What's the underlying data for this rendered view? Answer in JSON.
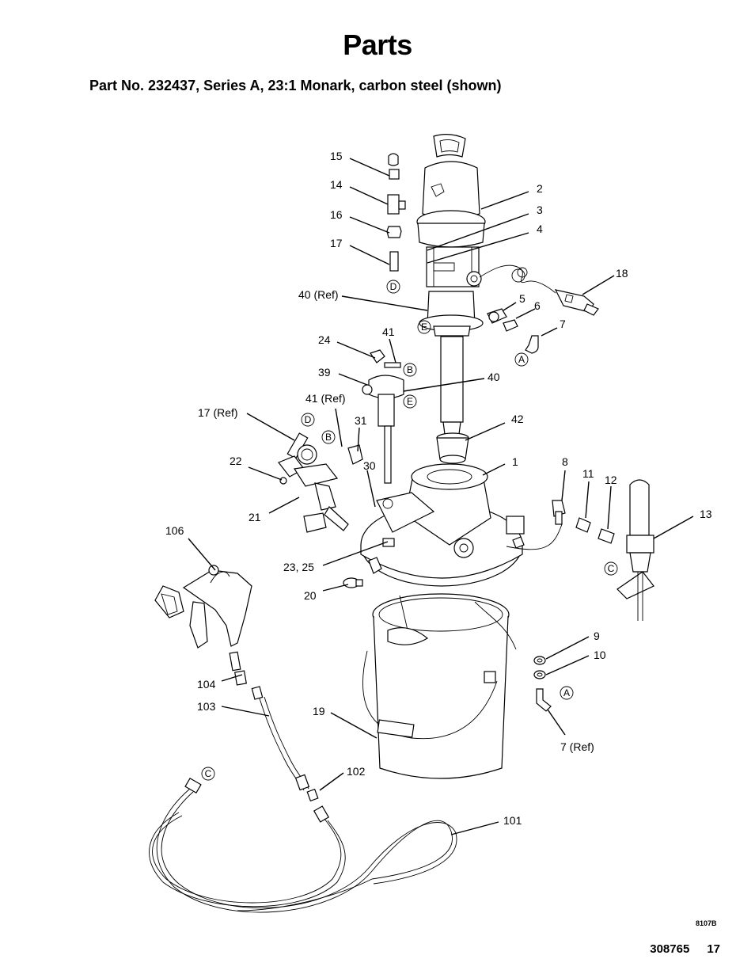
{
  "page": {
    "title": "Parts",
    "subtitle": "Part No. 232437, Series A, 23:1 Monark, carbon steel (shown)",
    "figure_code": "8107B",
    "doc_number": "308765",
    "page_number": "17"
  },
  "callouts": {
    "c15": "15",
    "c14": "14",
    "c16": "16",
    "c17": "17",
    "c2": "2",
    "c3": "3",
    "c4": "4",
    "c18": "18",
    "c40ref": "40 (Ref)",
    "c5": "5",
    "c6": "6",
    "c7": "7",
    "c41": "41",
    "c24": "24",
    "c39": "39",
    "c40": "40",
    "c41ref": "41 (Ref)",
    "c17ref": "17 (Ref)",
    "c31": "31",
    "c42": "42",
    "c30": "30",
    "c22": "22",
    "c1": "1",
    "c8": "8",
    "c11": "11",
    "c12": "12",
    "c13": "13",
    "c21": "21",
    "c106": "106",
    "c2325": "23, 25",
    "c20": "20",
    "c9": "9",
    "c10": "10",
    "c104": "104",
    "c103": "103",
    "c19": "19",
    "c7ref": "7 (Ref)",
    "c102": "102",
    "c101": "101"
  },
  "refs": {
    "D": "D",
    "E": "E",
    "A": "A",
    "B": "B",
    "C": "C"
  }
}
